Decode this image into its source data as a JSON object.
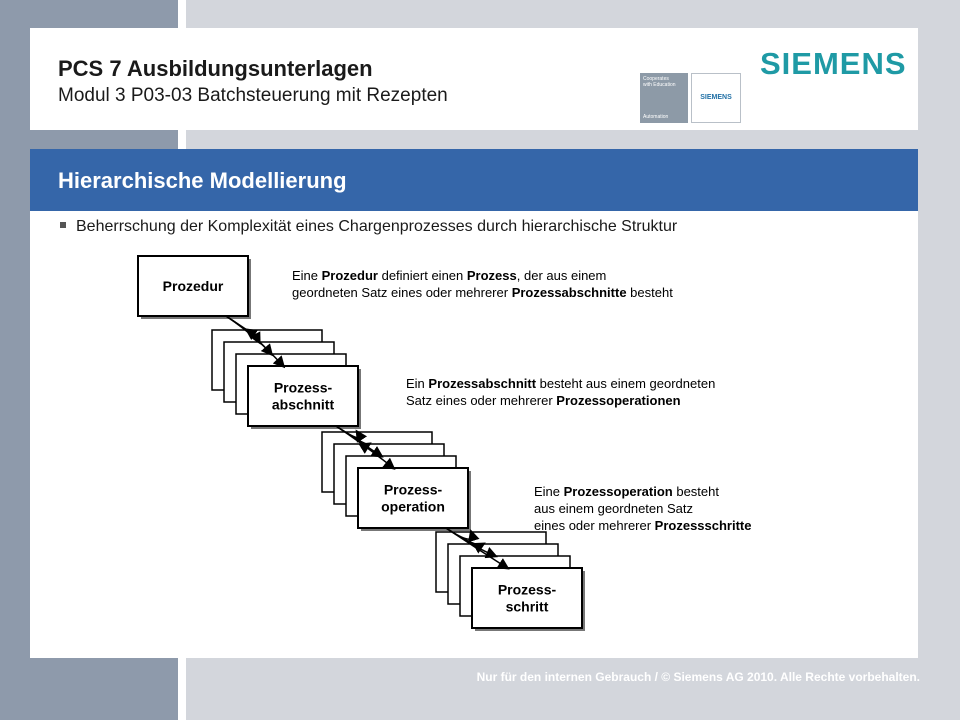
{
  "header": {
    "title": "PCS 7 Ausbildungsunterlagen",
    "subtitle": "Modul 3 P03-03 Batchsteuerung mit Rezepten",
    "logo": "SIEMENS",
    "badge_coop_lines": [
      "Cooperates",
      "with Education"
    ],
    "badge_coop_bottom": "Automation",
    "badge_siemens": "SIEMENS"
  },
  "section": {
    "title": "Hierarchische Modellierung"
  },
  "bullet": "Beherrschung der Komplexität eines Chargenprozesses durch hierarchische Struktur",
  "diagram": {
    "boxes": [
      {
        "label": [
          "Prozedur"
        ]
      },
      {
        "label": [
          "Prozess-",
          "abschnitt"
        ]
      },
      {
        "label": [
          "Prozess-",
          "operation"
        ]
      },
      {
        "label": [
          "Prozess-",
          "schritt"
        ]
      }
    ],
    "descriptions": [
      [
        [
          {
            "t": "Eine ",
            "b": false
          },
          {
            "t": "Prozedur",
            "b": true
          },
          {
            "t": " definiert einen ",
            "b": false
          },
          {
            "t": "Prozess",
            "b": true
          },
          {
            "t": ", der aus einem",
            "b": false
          }
        ],
        [
          {
            "t": "geordneten Satz eines oder mehrerer ",
            "b": false
          },
          {
            "t": "Prozessabschnitte",
            "b": true
          },
          {
            "t": " besteht",
            "b": false
          }
        ]
      ],
      [
        [
          {
            "t": "Ein ",
            "b": false
          },
          {
            "t": "Prozessabschnitt",
            "b": true
          },
          {
            "t": " besteht aus einem geordneten",
            "b": false
          }
        ],
        [
          {
            "t": "Satz eines oder mehrerer ",
            "b": false
          },
          {
            "t": "Prozessoperationen",
            "b": true
          }
        ]
      ],
      [
        [
          {
            "t": "Eine ",
            "b": false
          },
          {
            "t": "Prozessoperation",
            "b": true
          },
          {
            "t": " besteht",
            "b": false
          }
        ],
        [
          {
            "t": "aus einem geordneten Satz",
            "b": false
          }
        ],
        [
          {
            "t": "eines oder mehrerer ",
            "b": false
          },
          {
            "t": "Prozessschritte",
            "b": true
          }
        ]
      ]
    ]
  },
  "footer": "Nur für den internen Gebrauch / © Siemens AG 2010. Alle Rechte vorbehalten.",
  "colors": {
    "accent": "#3566a9",
    "logo": "#1f9aa5",
    "sidebar": "#8e9aab"
  }
}
